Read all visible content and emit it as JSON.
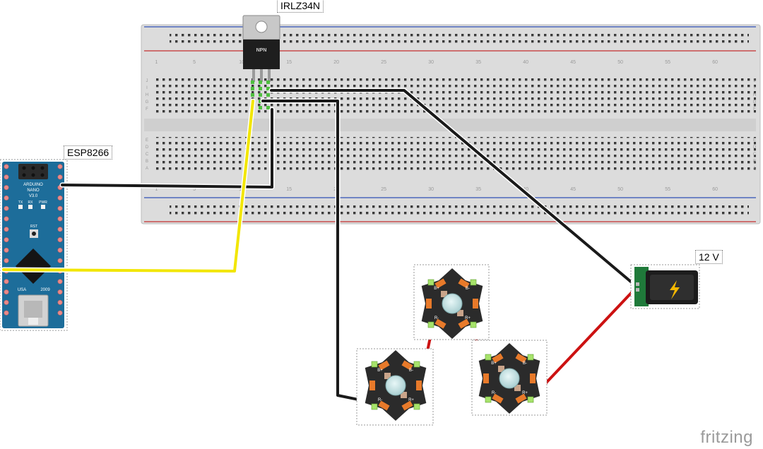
{
  "labels": {
    "transistor": "IRLZ34N",
    "controller": "ESP8266",
    "power": "12 V"
  },
  "transistor_marking": "NPN",
  "arduino": {
    "line1": "ARDUINO",
    "line2": "NANO",
    "line3": "V3.0",
    "rst": "RST",
    "usa": "USA",
    "year": "2009",
    "tx": "TX",
    "rx": "RX",
    "pwr": "PWR"
  },
  "breadboard": {
    "column_numbers": [
      "1",
      "5",
      "10",
      "15",
      "20",
      "25",
      "30",
      "35",
      "40",
      "45",
      "50",
      "55",
      "60"
    ],
    "row_letters_top": [
      "J",
      "I",
      "H",
      "G",
      "F"
    ],
    "row_letters_bottom": [
      "E",
      "D",
      "C",
      "B",
      "A"
    ]
  },
  "led_pins": {
    "b_plus": "B+",
    "b_minus": "B-",
    "r_plus": "R+",
    "r_minus": "R-"
  },
  "watermark": "fritzing",
  "colors": {
    "wire_black": "#1a1a1a",
    "wire_yellow": "#f2e600",
    "wire_red": "#cc1111",
    "arduino_blue": "#1d6d9a",
    "led_star": "#2b2b2b",
    "led_pad": "#e87a2a",
    "jack_green": "#1f7a3a"
  }
}
